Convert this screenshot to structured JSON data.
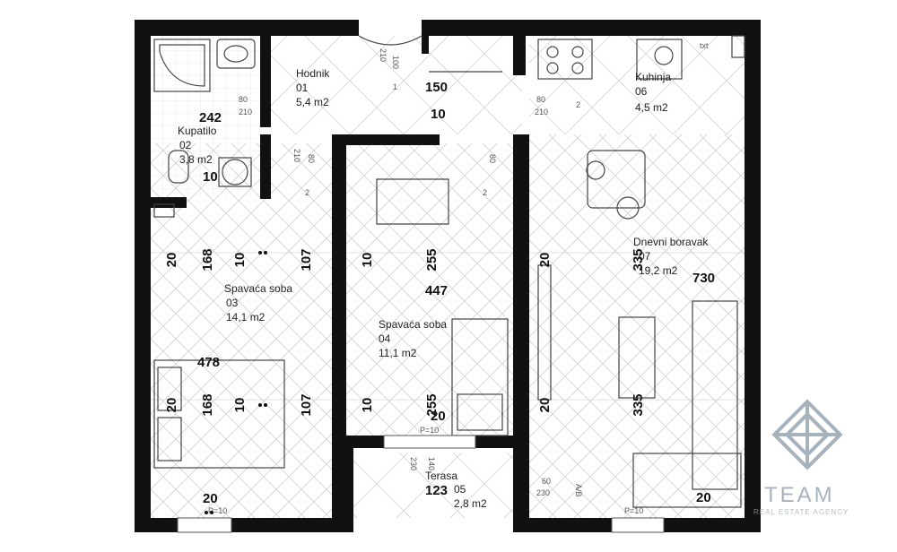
{
  "rooms": {
    "hodnik": {
      "name": "Hodnik",
      "num": "01",
      "area": "5,4 m2"
    },
    "kupatilo": {
      "name": "Kupatilo",
      "num": "02",
      "area": "3,8 m2"
    },
    "spavaca1": {
      "name": "Spavaća soba",
      "num": "03",
      "area": "14,1 m2"
    },
    "spavaca2": {
      "name": "Spavaća soba",
      "num": "04",
      "area": "11,1 m2"
    },
    "terasa": {
      "name": "Terasa",
      "num": "05",
      "area": "2,8 m2"
    },
    "kuhinja": {
      "name": "Kuhinja",
      "num": "06",
      "area": "4,5 m2"
    },
    "dnevni": {
      "name": "Dnevni boravak",
      "num": "07",
      "area": "19,2 m2"
    }
  },
  "dims": {
    "d242": "242",
    "d10a": "10",
    "d150": "150",
    "d10b": "10",
    "d168a": "168",
    "d10c": "10",
    "d107a": "107",
    "d20a": "20",
    "d10d": "10",
    "d255a": "255",
    "d447": "447",
    "d335a": "335",
    "d730": "730",
    "d478": "478",
    "d20b": "20",
    "d168b": "168",
    "d10e": "10",
    "d107b": "107",
    "d10f": "10",
    "d255b": "255",
    "d20c": "20",
    "d20d": "20",
    "d335b": "335",
    "d123": "123",
    "d20e": "20",
    "d20f": "20"
  },
  "small": {
    "s100": "100",
    "s210a": "210",
    "s80a": "80",
    "s210b": "210",
    "s210c": "210",
    "s80b": "80",
    "s2a": "2",
    "s80c": "80",
    "s2b": "2",
    "s80d": "80",
    "s210d": "210",
    "s2c": "2",
    "s1": "1",
    "stxt": "txt",
    "sP1": "P=10",
    "sP2": "P=10",
    "sP3": "P=10",
    "s230a": "230",
    "s140": "140",
    "s60": "60",
    "s230b": "230",
    "sAB": "A/B"
  },
  "logo": {
    "name": "TEAM",
    "tagline": "REAL ESTATE AGENCY"
  }
}
